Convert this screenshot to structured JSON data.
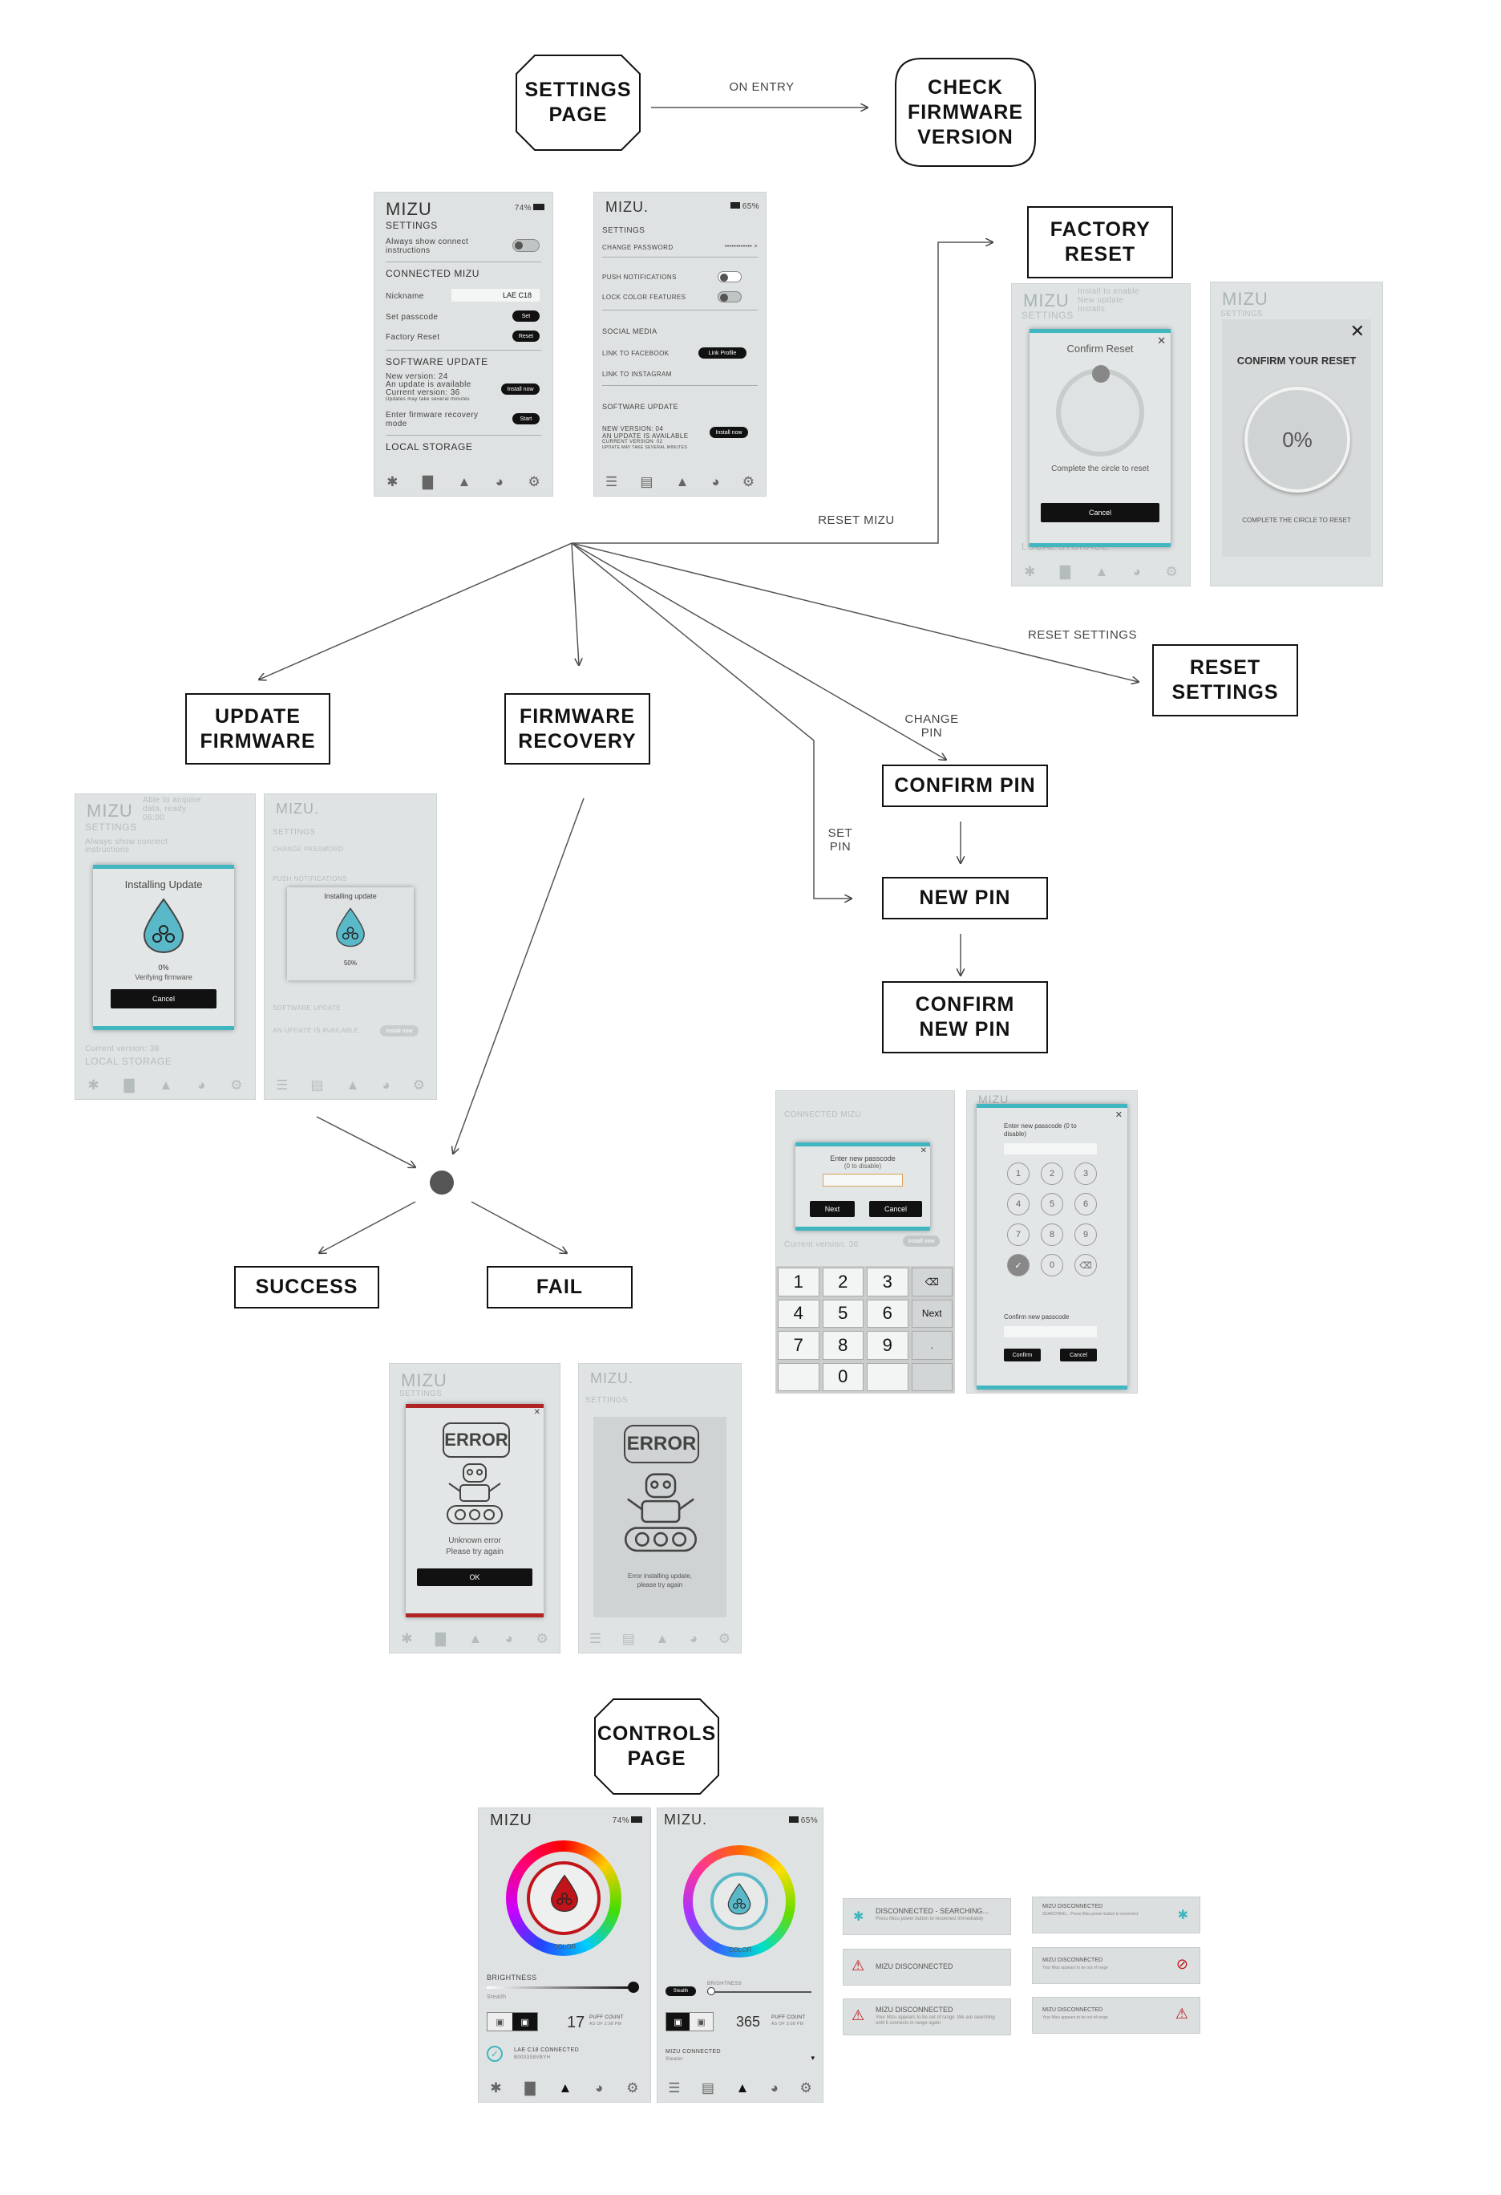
{
  "nodes": {
    "settings_page": "SETTINGS PAGE",
    "check_firmware": "CHECK FIRMWARE VERSION",
    "factory_reset": "FACTORY RESET",
    "reset_settings": "RESET SETTINGS",
    "update_firmware": "UPDATE FIRMWARE",
    "firmware_recovery": "FIRMWARE RECOVERY",
    "confirm_pin": "CONFIRM PIN",
    "new_pin": "NEW PIN",
    "confirm_new_pin": "CONFIRM NEW PIN",
    "success": "SUCCESS",
    "fail": "FAIL",
    "controls_page": "CONTROLS PAGE"
  },
  "edge_labels": {
    "on_entry": "ON ENTRY",
    "reset_mizu": "RESET MIZU",
    "reset_settings": "RESET SETTINGS",
    "change_pin": "CHANGE PIN",
    "set_pin": "SET PIN"
  },
  "screens": {
    "settings_a": {
      "logo": "MIZU",
      "battery": "74%",
      "title": "SETTINGS",
      "always_show": "Always show connect instructions",
      "toggle_off": "OFF",
      "connected": "CONNECTED MIZU",
      "nickname": "Nickname",
      "nickname_val": "LAE C18",
      "set_passcode": "Set passcode",
      "set_btn": "Set",
      "factory_reset": "Factory Reset",
      "reset_btn": "Reset",
      "software_update": "SOFTWARE UPDATE",
      "new_version": "New version: 24",
      "update_available": "An update is available",
      "current_version": "Current version: 36",
      "update_note": "Updates may take several minutes",
      "install_btn": "Install now",
      "recovery_mode": "Enter firmware recovery mode",
      "start_btn": "Start",
      "local_storage": "LOCAL STORAGE"
    },
    "settings_b": {
      "logo": "MIZU.",
      "battery": "65%",
      "title": "SETTINGS",
      "change_password": "CHANGE PASSWORD",
      "password_mask": "•••••••••••• >",
      "push": "PUSH NOTIFICATIONS",
      "on": "ON",
      "lock_color": "LOCK COLOR FEATURES",
      "off": "OFF",
      "social": "SOCIAL MEDIA",
      "facebook": "LINK TO FACEBOOK",
      "link_profile": "Link Profile",
      "instagram": "LINK TO INSTAGRAM",
      "software_update": "SOFTWARE UPDATE",
      "new_version": "NEW VERSION: 04",
      "update_available": "AN UPDATE IS AVAILABLE",
      "current_version": "CURRENT VERSION: 02",
      "update_note": "UPDATE MAY TAKE SEVERAL MINUTES",
      "install_btn": "Install now"
    },
    "factory_modal": {
      "title": "Confirm Reset",
      "instruction": "Complete the circle to reset",
      "cancel": "Cancel",
      "logo": "MIZU",
      "settings": "SETTINGS",
      "local_storage": "LOCAL STORAGE",
      "bg_line1": "Install to enable",
      "bg_line2": "New update",
      "bg_line3": "Installs"
    },
    "factory_modal_b": {
      "title": "CONFIRM YOUR RESET",
      "percent": "0%",
      "instruction": "COMPLETE THE CIRCLE TO RESET",
      "logo": "MIZU",
      "settings": "SETTINGS"
    },
    "update_modal": {
      "title": "Installing Update",
      "percent": "0%",
      "status": "Verifying firmware",
      "cancel": "Cancel",
      "logo": "MIZU",
      "bg_line1": "Able to acquire",
      "bg_line2": "data, ready",
      "bg_line3": "06:00",
      "bg_always": "Always show connect",
      "bg_instr": "instructions",
      "bg_cur": "Current version: 38",
      "settings": "SETTINGS",
      "local_storage": "LOCAL STORAGE"
    },
    "update_modal_b": {
      "title": "Installing update",
      "percent": "50%",
      "logo": "MIZU.",
      "settings": "SETTINGS",
      "change_password": "CHANGE PASSWORD",
      "push": "PUSH NOTIFICATIONS",
      "software_update": "SOFTWARE UPDATE",
      "an_update": "AN UPDATE IS AVAILABLE",
      "install": "Install now"
    },
    "error_a": {
      "title": "ERROR",
      "line1": "Unknown error",
      "line2": "Please try again",
      "ok": "OK",
      "logo": "MIZU",
      "settings": "SETTINGS"
    },
    "error_b": {
      "title": "ERROR",
      "line1": "Error installing update,",
      "line2": "please try again",
      "logo": "MIZU.",
      "settings": "SETTINGS"
    },
    "pin_a": {
      "connected": "CONNECTED MIZU",
      "prompt": "Enter new passcode",
      "prompt2": "(0 to disable)",
      "next": "Next",
      "cancel": "Cancel",
      "bg1": "Current version: 36",
      "bg2": "Install now",
      "keys": [
        "1",
        "2",
        "3",
        "⌫",
        "4",
        "5",
        "6",
        "Next",
        "7",
        "8",
        "9",
        ".",
        "",
        "0",
        "",
        ""
      ]
    },
    "pin_b": {
      "logo": "MIZU",
      "prompt": "Enter new passcode (0 to disable)",
      "confirm": "Confirm new passcode",
      "confirm_btn": "Confirm",
      "cancel": "Cancel",
      "digits": [
        "1",
        "2",
        "3",
        "4",
        "5",
        "6",
        "7",
        "8",
        "9",
        "✓",
        "0",
        "⌫"
      ]
    },
    "controls_a": {
      "logo": "MIZU",
      "battery": "74%",
      "color": "COLOR",
      "brightness": "BRIGHTNESS",
      "stealth": "Stealth",
      "puff_count": "17",
      "puff_label": "PUFF COUNT",
      "puff_sub": "AS OF 2:08 PM",
      "connected": "LAE C18 CONNECTED",
      "serial": "B0003S8VBYH"
    },
    "controls_b": {
      "logo": "MIZU.",
      "battery": "65%",
      "color": "COLOR",
      "stealth": "Stealth",
      "brightness": "BRIGHTNESS",
      "puff_count": "365",
      "puff_label": "PUFF COUNT",
      "puff_sub": "AS OF 3:08 PM",
      "connected": "MIZU CONNECTED",
      "device": "Stealer"
    }
  },
  "banners": [
    {
      "title": "DISCONNECTED - SEARCHING...",
      "sub": "Press Mizu power button to reconnect immediately"
    },
    {
      "title": "MIZU DISCONNECTED",
      "sub": ""
    },
    {
      "title": "MIZU DISCONNECTED",
      "sub": "Your Mizu appears to be out of range. We are searching until it connects in range again"
    },
    {
      "title": "MIZU DISCONNECTED",
      "sub": "SEARCHING... Press Mizu power button to reconnect"
    },
    {
      "title": "MIZU DISCONNECTED",
      "sub": "Your Mizu appears to be out of range"
    },
    {
      "title": "MIZU DISCONNECTED",
      "sub": "Your Mizu appears to be out of range"
    }
  ],
  "colors": {
    "teal": "#3fb6c0",
    "error_red": "#b02424",
    "drop_red": "#c0141a",
    "drop_teal": "#5ab9c9"
  }
}
